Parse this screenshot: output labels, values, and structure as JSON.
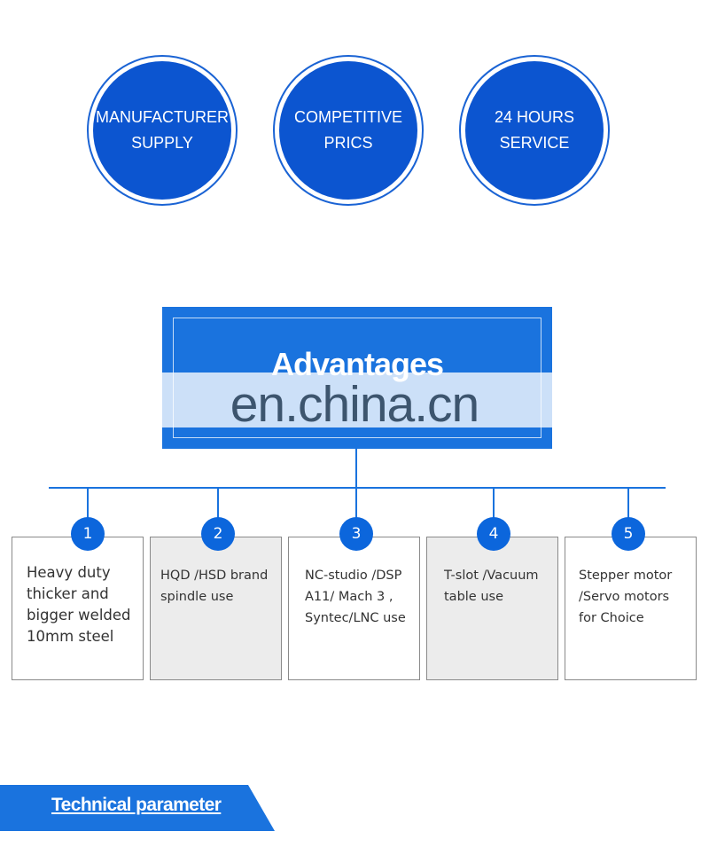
{
  "features": [
    {
      "line1": "MANUFACTURER",
      "line2": "SUPPLY"
    },
    {
      "line1": "COMPETITIVE",
      "line2": "PRICS"
    },
    {
      "line1": "24 HOURS",
      "line2": "SERVICE"
    }
  ],
  "advantages": {
    "title": "Advantages",
    "watermark": "en.china.cn",
    "items": [
      {
        "num": "1",
        "text": "Heavy duty thicker and bigger welded 10mm steel"
      },
      {
        "num": "2",
        "text": "HQD /HSD brand spindle use"
      },
      {
        "num": "3",
        "text": "NC-studio /DSP A11/ Mach 3 , Syntec/LNC use"
      },
      {
        "num": "4",
        "text": "T-slot /Vacuum table use"
      },
      {
        "num": "5",
        "text": "Stepper motor /Servo motors for Choice"
      }
    ]
  },
  "technical": {
    "label": "Technical parameter"
  },
  "colors": {
    "primary": "#0c55d0",
    "accent": "#1a73de",
    "card_gray": "#ececec"
  }
}
